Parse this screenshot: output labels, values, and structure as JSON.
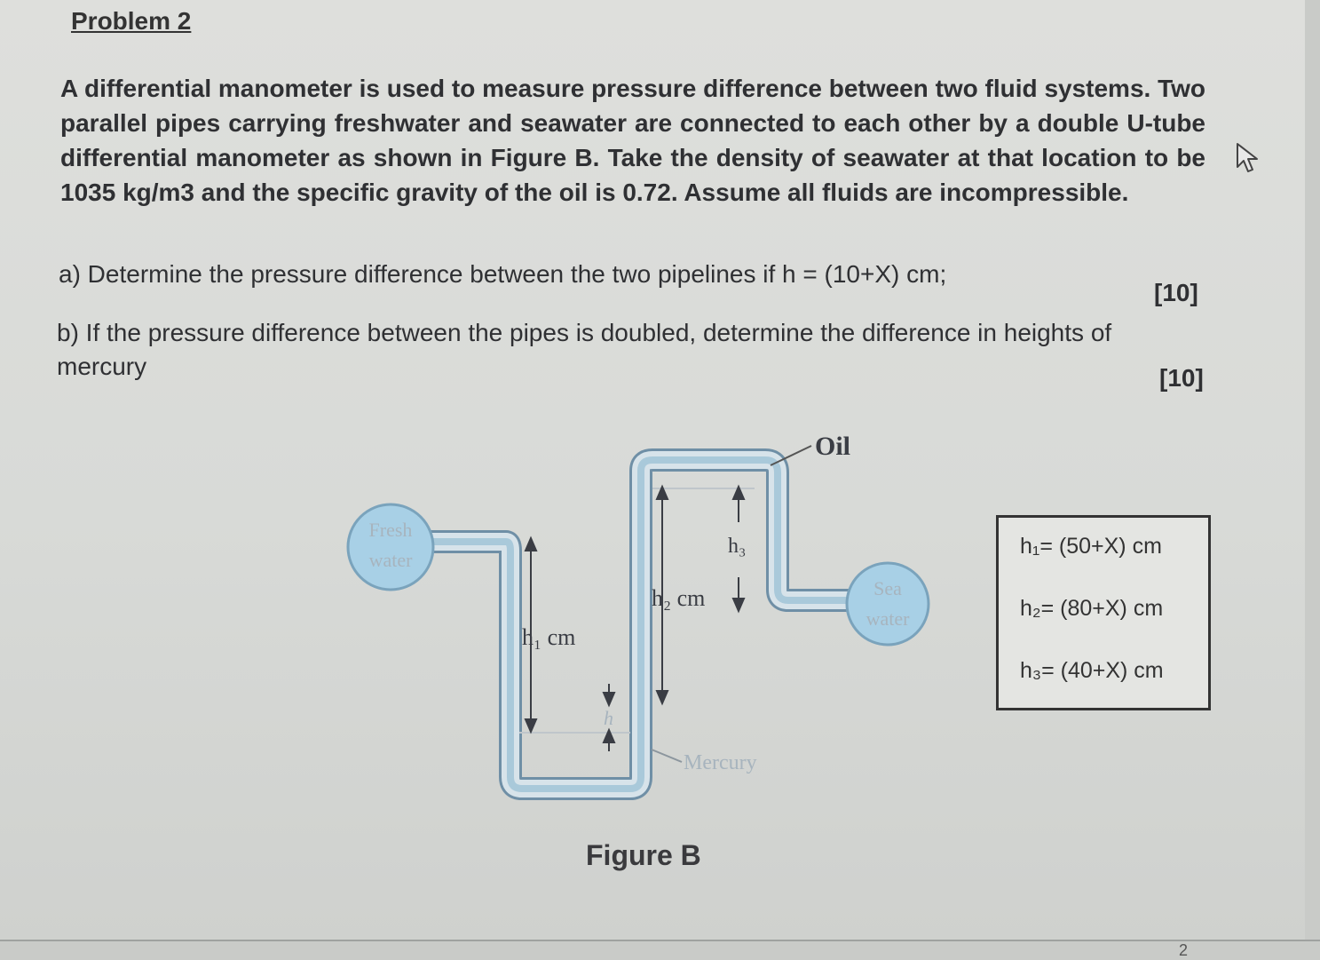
{
  "problem": {
    "title": "Problem 2",
    "intro": "A differential manometer is used to measure pressure difference between two fluid systems. Two parallel pipes carrying freshwater and seawater are connected to each other by a double U-tube differential manometer as shown in Figure B. Take the density of seawater at that location to be 1035 kg/m3 and the specific gravity of the oil is 0.72. Assume all fluids are incompressible.",
    "part_a": "a) Determine the pressure difference between the two pipelines if h = (10+X) cm;",
    "part_a_marks": "[10]",
    "part_b": "b) If the pressure difference between the pipes is doubled, determine the difference in heights of mercury",
    "part_b_marks": "[10]"
  },
  "figure": {
    "caption": "Figure B",
    "labels": {
      "oil": "Oil",
      "fresh_1": "Fresh",
      "fresh_2": "water",
      "sea_1": "Sea",
      "sea_2": "water",
      "h1": "h₁ cm",
      "h2": "h₂ cm",
      "h3": "h₃",
      "h": "h",
      "mercury": "Mercury"
    },
    "colors": {
      "pipe": "#9ec3d6",
      "pipe_edge": "#6f8fa6",
      "bulb": "#a8d0e6",
      "label_faded": "#a7b4be"
    }
  },
  "legend": {
    "items": [
      {
        "label": "h₁= (50+X) cm"
      },
      {
        "label": "h₂= (80+X) cm"
      },
      {
        "label": "h₃= (40+X) cm"
      }
    ]
  },
  "footer": {
    "page": "2"
  }
}
